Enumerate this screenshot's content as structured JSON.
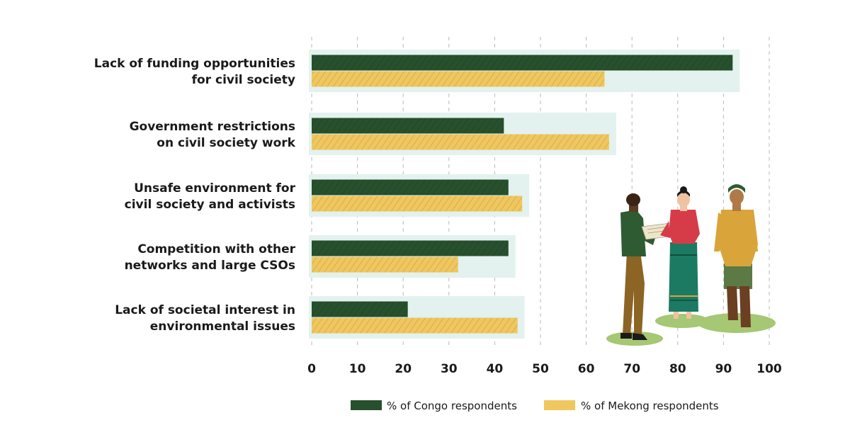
{
  "chart_data": {
    "type": "bar",
    "orientation": "horizontal",
    "categories": [
      [
        "Lack of funding opportunities",
        "for civil society"
      ],
      [
        "Government restrictions",
        "on civil society work"
      ],
      [
        "Unsafe environment for",
        "civil society and activists"
      ],
      [
        "Competition with other",
        "networks and large CSOs"
      ],
      [
        "Lack of societal interest in",
        "environmental issues"
      ]
    ],
    "series": [
      {
        "name": "% of Congo respondents",
        "color": "#27502d",
        "values": [
          92,
          42,
          43,
          43,
          21
        ]
      },
      {
        "name": "% of Mekong respondents",
        "color": "#f0c75e",
        "values": [
          64,
          65,
          46,
          32,
          45
        ]
      }
    ],
    "xlim": [
      0,
      100
    ],
    "x_ticks": [
      "0",
      "10",
      "20",
      "30",
      "40",
      "50",
      "60",
      "70",
      "80",
      "90",
      "100"
    ],
    "grid": "vertical dashed",
    "legend_position": "bottom-right",
    "xlabel": "",
    "ylabel": ""
  },
  "illustration": {
    "icon": "three-people-illustration",
    "colors": {
      "ground": "#a6c773",
      "jacket": "#2f5b33",
      "trousers": "#8c6424",
      "red_top": "#d63c48",
      "teal_skirt": "#1d7a62",
      "mustard_shirt": "#d9a43a",
      "green_sarong": "#5c7a45",
      "skin_dark": "#5a3a22",
      "skin_light": "#f0c3a0"
    }
  }
}
